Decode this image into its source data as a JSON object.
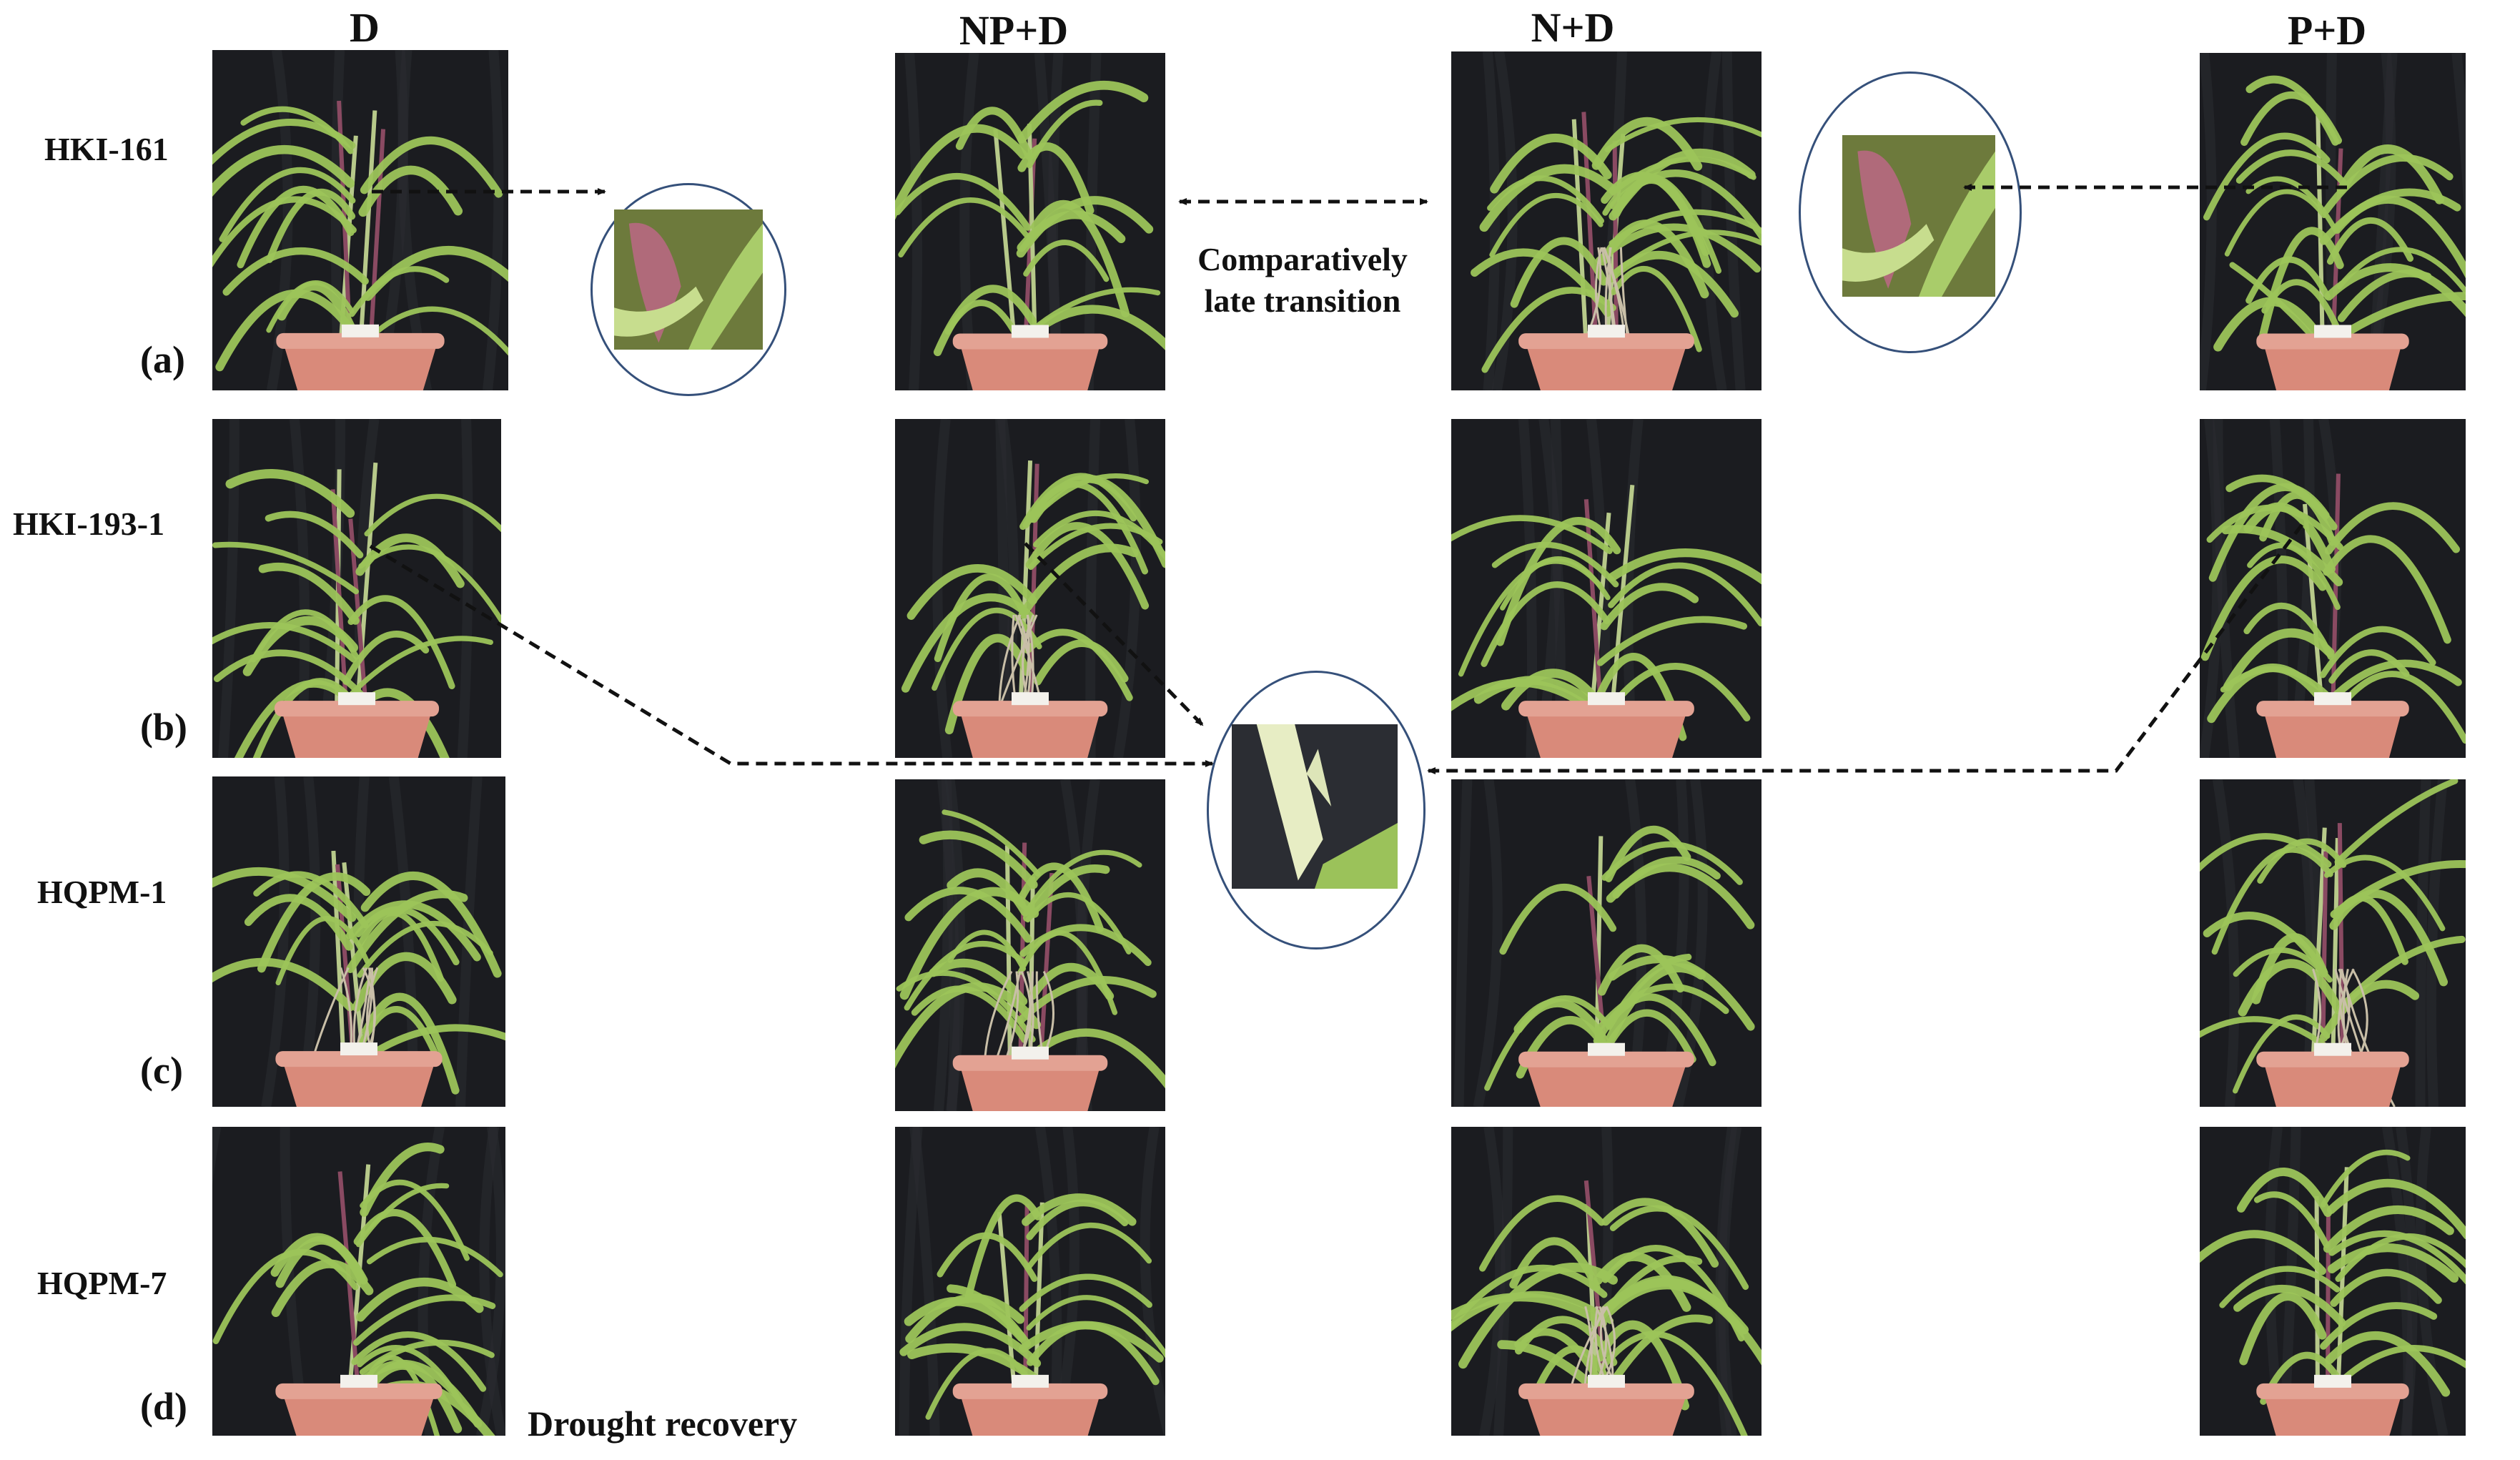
{
  "columns": [
    {
      "label": "D"
    },
    {
      "label": "NP+D"
    },
    {
      "label": "N+D"
    },
    {
      "label": "P+D"
    }
  ],
  "rows": [
    {
      "genotype": "HKI-161",
      "panel": "(a)"
    },
    {
      "genotype": "HKI-193-1",
      "panel": "(b)"
    },
    {
      "genotype": "HQPM-1",
      "panel": "(c)"
    },
    {
      "genotype": "HQPM-7",
      "panel": "(d)"
    }
  ],
  "annotations": {
    "late_transition_line1": "Comparatively",
    "late_transition_line2": "late transition",
    "drought_recovery": "Drought recovery"
  },
  "colors": {
    "background": "#ffffff",
    "photo_background": "#1b1c20",
    "leaf": "#9cc45a",
    "stem_purple": "#8a4a62",
    "pot": "#d98a7a",
    "zoom_border": "#35507a",
    "arrow": "#111111"
  },
  "icons": [
    "arrowhead"
  ]
}
